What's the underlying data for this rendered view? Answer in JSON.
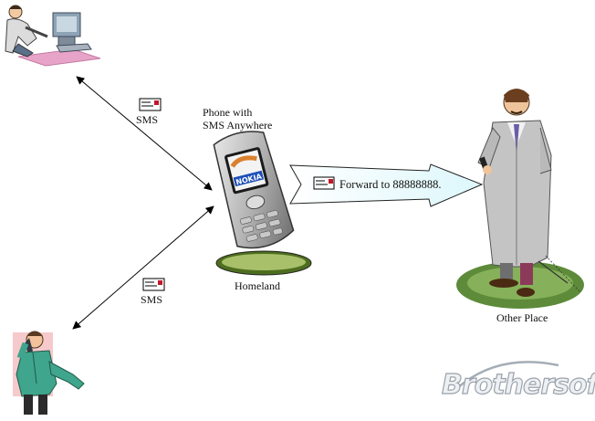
{
  "diagram": {
    "phone_caption_line1": "Phone with",
    "phone_caption_line2": "SMS Anywhere",
    "phone_brand": "NOKIA",
    "sms_label_top": "SMS",
    "sms_label_bottom": "SMS",
    "forward_text": "Forward to 88888888.",
    "homeland_label": "Homeland",
    "other_place_label": "Other Place"
  },
  "watermark": {
    "text": "Brothersoft"
  },
  "colors": {
    "arrow_fill": "#e6fbfe",
    "pad_outer": "#4e6e1f",
    "pad_inner": "#a9c06b",
    "envelope_red": "#c0182b",
    "desk_pink": "#e7a3c8",
    "coat_gray": "#c4c4c4",
    "ground_green": "#5d8b3a"
  }
}
